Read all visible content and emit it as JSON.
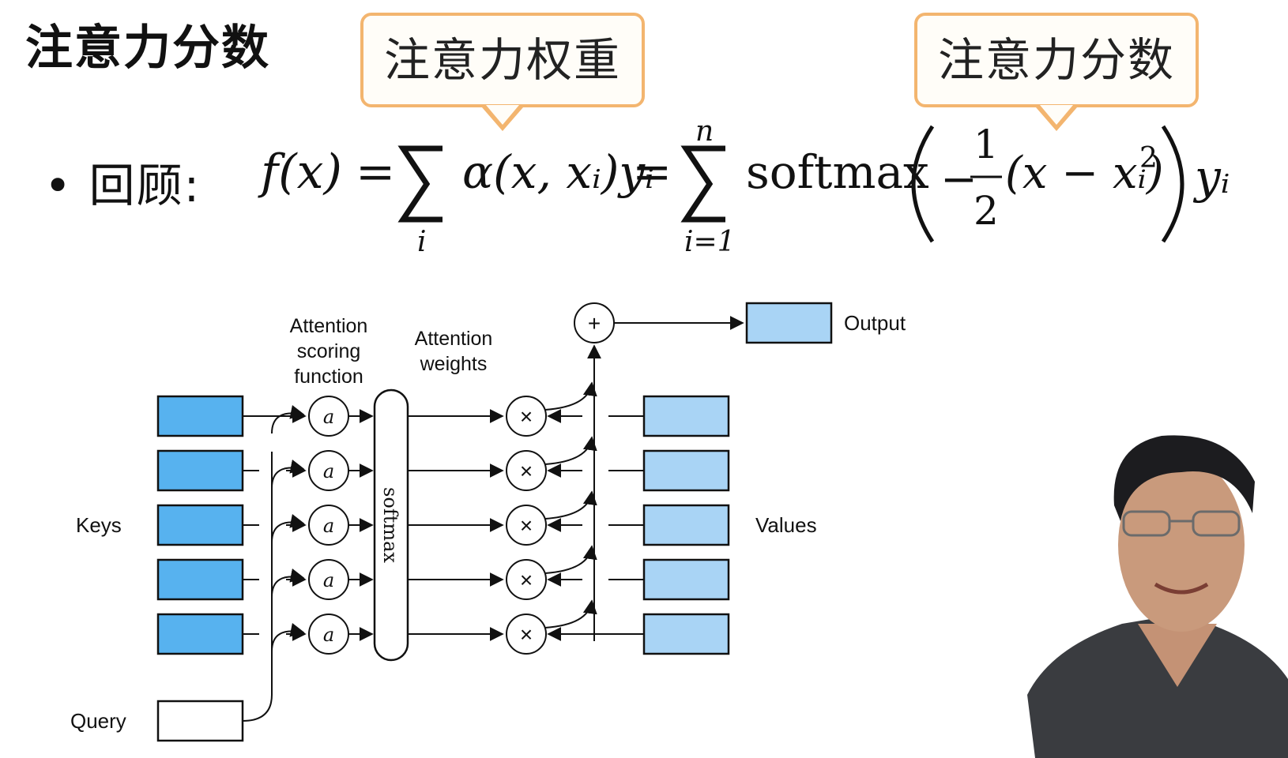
{
  "slide": {
    "title": "注意力分数",
    "review_label": "• 回顾:",
    "callouts": {
      "attention_weight": "注意力权重",
      "attention_score": "注意力分数"
    }
  },
  "formula": {
    "lhs": "f(x)",
    "eq1": "=",
    "sum1_sub": "i",
    "term1": "α(x, xᵢ)yᵢ",
    "eq2": "=",
    "sum2_sup": "n",
    "sum2_sub": "i=1",
    "softmax": "softmax",
    "minus": "−",
    "frac_num": "1",
    "frac_den": "2",
    "inner": "(x − xᵢ)",
    "power": "2",
    "tail": "yᵢ"
  },
  "diagram": {
    "labels": {
      "scoring": [
        "Attention",
        "scoring",
        "function"
      ],
      "weights": [
        "Attention",
        "weights"
      ],
      "output": "Output",
      "keys": "Keys",
      "values": "Values",
      "query": "Query",
      "softmax": "softmax",
      "score_node": "a",
      "times": "×",
      "plus": "+"
    },
    "key_count": 5,
    "value_count": 5,
    "colors": {
      "key_fill": "#57b2ef",
      "value_fill": "#a9d4f5",
      "output_fill": "#a9d4f5",
      "query_fill": "#ffffff",
      "stroke": "#111111"
    }
  },
  "callout_border_color": "#f3b56f"
}
